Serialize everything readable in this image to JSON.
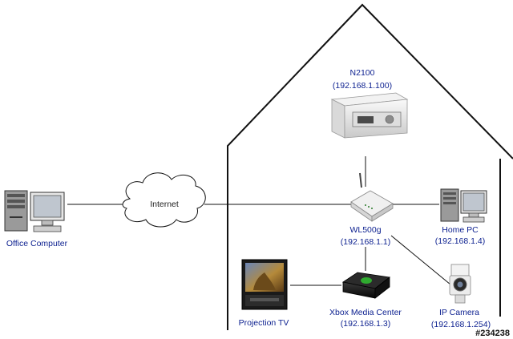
{
  "colors": {
    "label": "#0b1f8f",
    "line": "#111111",
    "cloud_label": "#222222"
  },
  "nodes": {
    "nas": {
      "name": "N2100",
      "ip": "(192.168.1.100)",
      "icon": "nas-device-icon"
    },
    "router": {
      "name": "WL500g",
      "ip": "(192.168.1.1)",
      "icon": "wireless-router-icon"
    },
    "home_pc": {
      "name": "Home PC",
      "ip": "(192.168.1.4)",
      "icon": "desktop-computer-icon"
    },
    "office_pc": {
      "name": "Office Computer",
      "icon": "desktop-computer-icon"
    },
    "internet": {
      "name": "Internet",
      "icon": "cloud-icon"
    },
    "xbox": {
      "name": "Xbox Media Center",
      "ip": "(192.168.1.3)",
      "icon": "game-console-icon"
    },
    "tv": {
      "name": "Projection TV",
      "icon": "projection-tv-icon"
    },
    "camera": {
      "name": "IP Camera",
      "ip": "(192.168.1.254)",
      "icon": "ip-camera-icon"
    }
  },
  "watermark": "#234238"
}
